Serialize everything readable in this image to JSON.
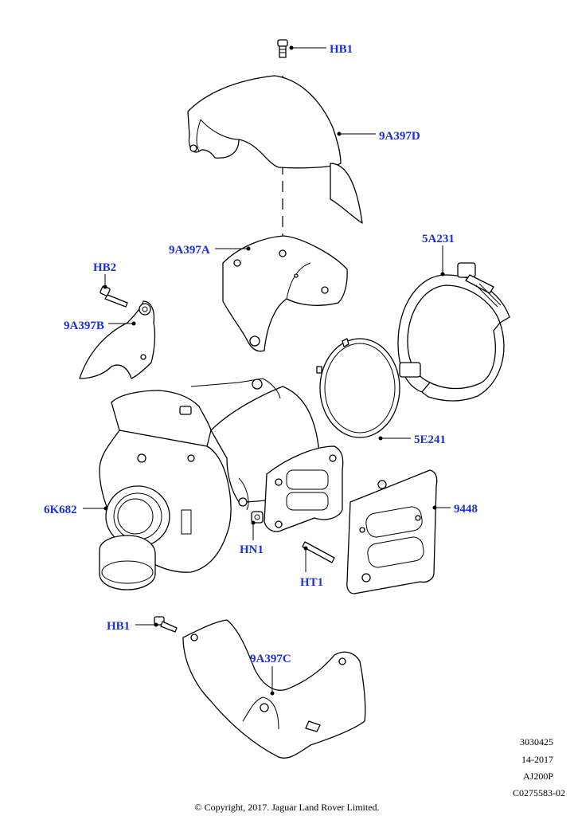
{
  "colors": {
    "callout": "#1a2fd6",
    "line": "#000000",
    "background": "#ffffff"
  },
  "callouts": [
    {
      "id": "hb1-top",
      "text": "HB1"
    },
    {
      "id": "9a397d",
      "text": "9A397D"
    },
    {
      "id": "9a397a",
      "text": "9A397A"
    },
    {
      "id": "5a231",
      "text": "5A231"
    },
    {
      "id": "hb2",
      "text": "HB2"
    },
    {
      "id": "9a397b",
      "text": "9A397B"
    },
    {
      "id": "5e241",
      "text": "5E241"
    },
    {
      "id": "6k682",
      "text": "6K682"
    },
    {
      "id": "9448",
      "text": "9448"
    },
    {
      "id": "hn1",
      "text": "HN1"
    },
    {
      "id": "ht1",
      "text": "HT1"
    },
    {
      "id": "hb1-bottom",
      "text": "HB1"
    },
    {
      "id": "9a397c",
      "text": "9A397C"
    }
  ],
  "info": {
    "line1": "3030425",
    "line2": "14-2017",
    "line3": "AJ200P",
    "line4": "C0275583-02"
  },
  "copyright": "© Copyright, 2017. Jaguar Land Rover Limited."
}
